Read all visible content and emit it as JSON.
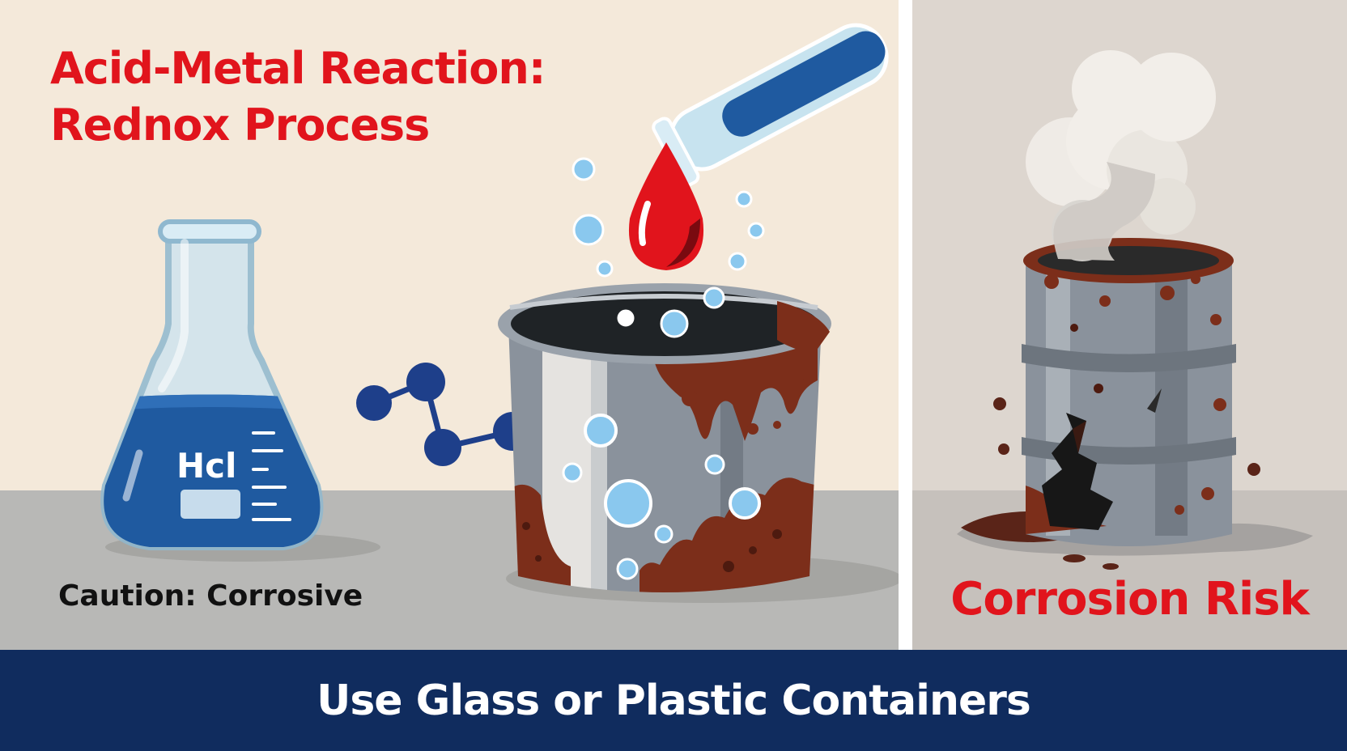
{
  "title": {
    "line1": "Acid-Metal Reaction:",
    "line2": "Rednox Process"
  },
  "flask": {
    "label": "Hcl"
  },
  "caution_text": "Caution: Corrosive",
  "corrosion_label": "Corrosion Risk",
  "banner": {
    "text": "Use Glass or Plastic Containers"
  },
  "icons": [
    "test-tube-icon",
    "acid-drop-icon",
    "bubble-icon",
    "molecule-icon",
    "erlenmeyer-flask-icon",
    "corroded-container-icon",
    "rusted-barrel-icon",
    "smoke-icon"
  ],
  "colors": {
    "title_red": "#e1141c",
    "banner_navy": "#102c5e",
    "acid_blue": "#1f5aa0",
    "rust": "#7c2e1a",
    "metal_gray": "#8a929c"
  }
}
